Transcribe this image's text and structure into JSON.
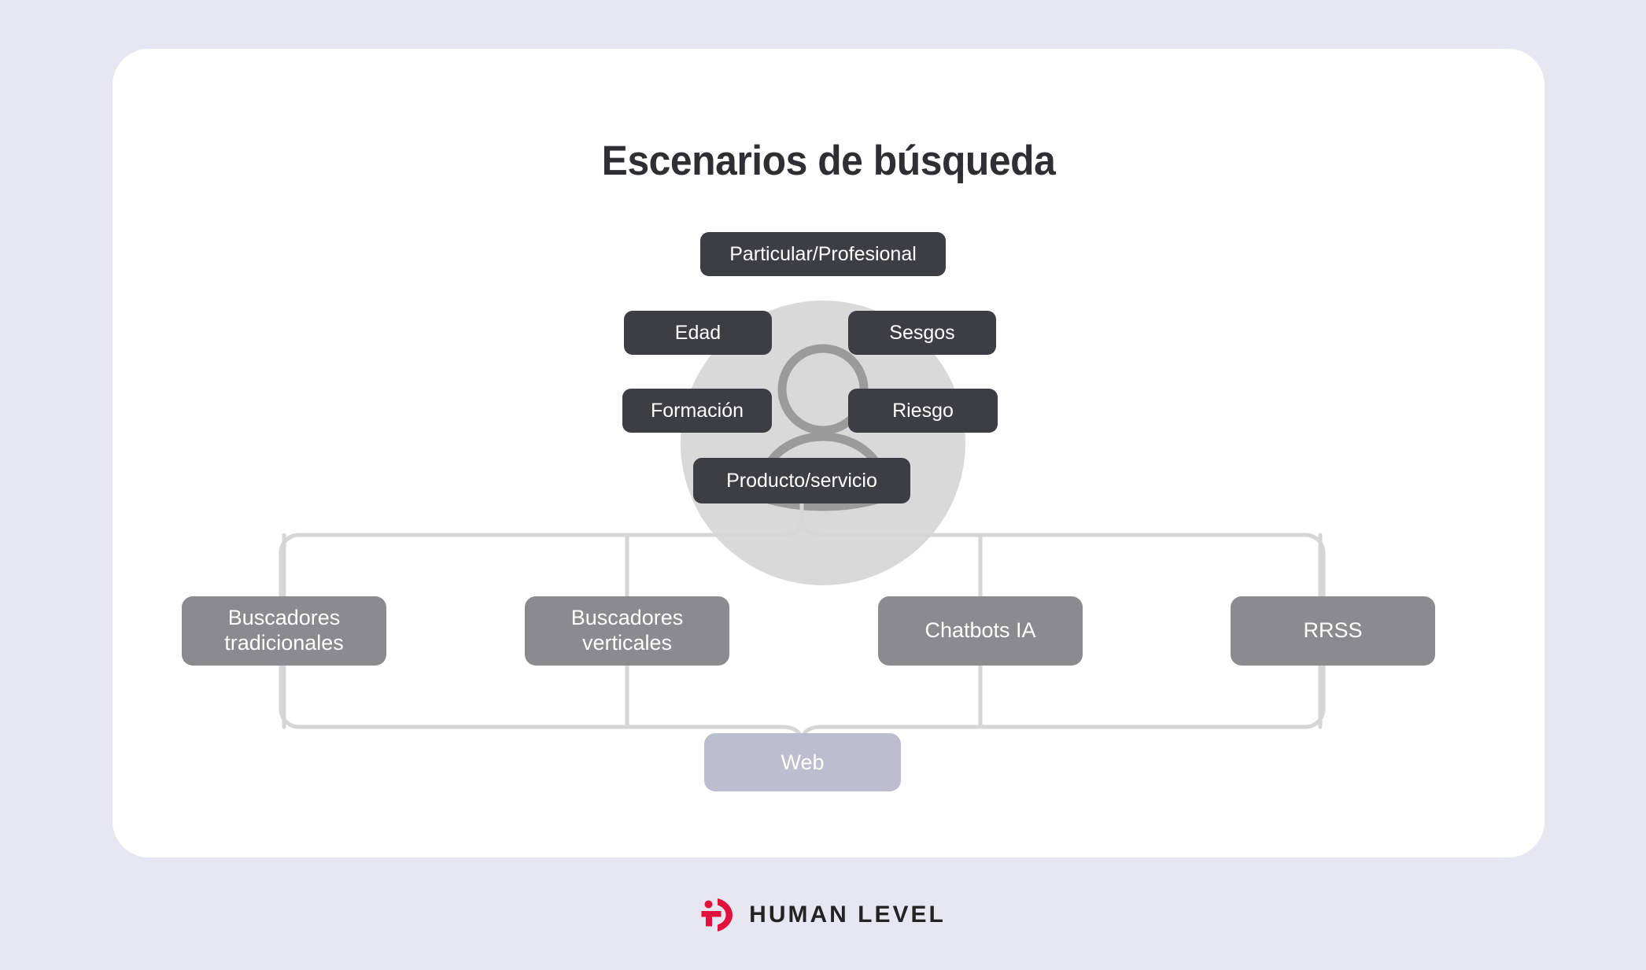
{
  "page": {
    "background_color": "#e7e7f1",
    "card_background": "#ffffff"
  },
  "title": "Escenarios de búsqueda",
  "colors": {
    "chip_dark": "#3d3d44",
    "channel_gray": "#8b8b8e",
    "web_lavender": "#bcbdce",
    "circle_gray": "#d9d9d9",
    "connector_line": "#d6d6d6",
    "logo_red": "#e1103c",
    "logo_text": "#232326",
    "title_color": "#2f2f33"
  },
  "persona": {
    "icon_name": "person-avatar-icon",
    "attributes": [
      {
        "id": "particular",
        "label": "Particular/Profesional",
        "position": "top"
      },
      {
        "id": "edad",
        "label": "Edad",
        "position": "left-upper"
      },
      {
        "id": "sesgos",
        "label": "Sesgos",
        "position": "right-upper"
      },
      {
        "id": "formacion",
        "label": "Formación",
        "position": "left-lower"
      },
      {
        "id": "riesgo",
        "label": "Riesgo",
        "position": "right-lower"
      },
      {
        "id": "producto",
        "label": "Producto/servicio",
        "position": "bottom"
      }
    ]
  },
  "channels": [
    {
      "id": "tradicionales",
      "line1": "Buscadores",
      "line2": "tradicionales"
    },
    {
      "id": "verticales",
      "line1": "Buscadores",
      "line2": "verticales"
    },
    {
      "id": "chatbots",
      "line1": "Chatbots IA",
      "line2": ""
    },
    {
      "id": "rrss",
      "line1": "RRSS",
      "line2": ""
    }
  ],
  "destination": {
    "id": "web",
    "label": "Web"
  },
  "footer": {
    "logo_mark_name": "human-level-logo-mark",
    "logo_text": "HUMAN LEVEL"
  }
}
